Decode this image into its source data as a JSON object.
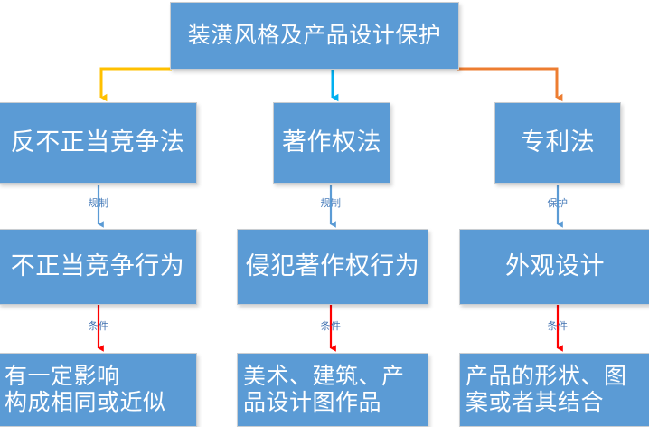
{
  "diagram": {
    "type": "flowchart",
    "title_node": {
      "label": "装潢风格及产品设计保护"
    },
    "colors": {
      "node_fill": "#5B9BD5",
      "node_border": "#C9CDD1",
      "node_text": "#FFFFFF",
      "branch_left": "#FFC000",
      "branch_middle": "#00B0F0",
      "branch_right": "#ED7D31",
      "mid_arrow": "#5B9BD5",
      "bottom_arrow": "#FF0000",
      "background": "#FFFFFF"
    },
    "columns": [
      {
        "key": "unfair-competition",
        "law": "反不正当竞争法",
        "law_edge_label": "规制",
        "conduct": "不正当竞争行为",
        "conduct_edge_label": "条件",
        "condition_lines": [
          "有一定影响",
          "构成相同或近似"
        ]
      },
      {
        "key": "copyright",
        "law": "著作权法",
        "law_edge_label": "规制",
        "conduct": "侵犯著作权行为",
        "conduct_edge_label": "条件",
        "condition_lines": [
          "美术、建筑、产",
          "品设计图作品"
        ]
      },
      {
        "key": "patent",
        "law": "专利法",
        "law_edge_label": "保护",
        "conduct": "外观设计",
        "conduct_edge_label": "条件",
        "condition_lines": [
          "产品的形状、图",
          "案或者其结合"
        ]
      }
    ]
  }
}
